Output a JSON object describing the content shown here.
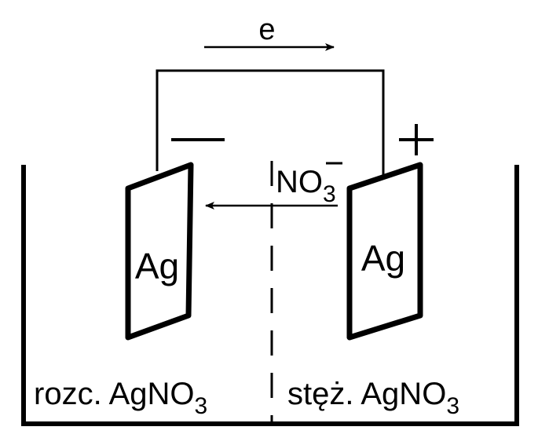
{
  "electron_label": "e",
  "anode_sign": "−",
  "cathode_sign": "+",
  "ion": {
    "base": "NO",
    "subscript": "3",
    "charge": "−"
  },
  "left_electrode": "Ag",
  "right_electrode": "Ag",
  "left_solution": {
    "prefix": "rozc. AgNO",
    "subscript": "3"
  },
  "right_solution": {
    "prefix": "stęż. AgNO",
    "subscript": "3"
  },
  "colors": {
    "ink": "#000000",
    "background": "#ffffff"
  }
}
